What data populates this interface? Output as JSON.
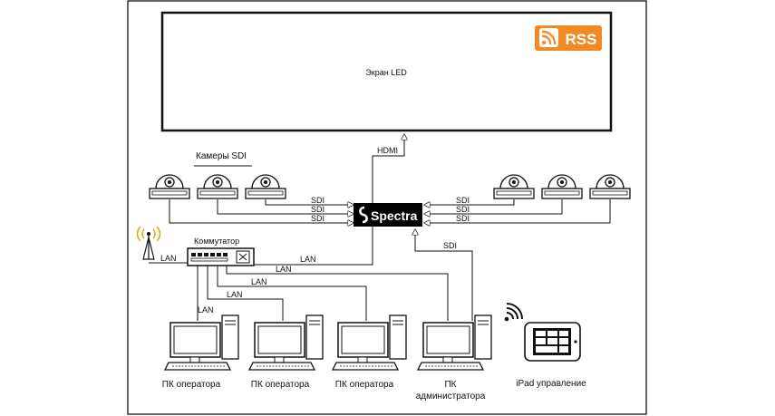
{
  "screen": {
    "label": "Экран LED"
  },
  "rss": {
    "label": "RSS",
    "color": "#f08a24",
    "icon": "rss-icon"
  },
  "hdmi": {
    "label": "HDMI"
  },
  "cameras_title": {
    "label": "Камеры SDI"
  },
  "spectra": {
    "label": "Spectra"
  },
  "switch": {
    "label": "Коммутатор"
  },
  "links": {
    "sdi_left": [
      "SDI",
      "SDI",
      "SDI"
    ],
    "sdi_right": [
      "SDI",
      "SDI",
      "SDI"
    ],
    "sdi_admin": "SDI",
    "lan_antenna": "LAN",
    "lan_main": [
      "LAN",
      "LAN",
      "LAN",
      "LAN"
    ],
    "lan_vertical": "LAN"
  },
  "computers": [
    {
      "label": "ПК оператора"
    },
    {
      "label": "ПК оператора"
    },
    {
      "label": "ПК оператора"
    },
    {
      "label_line1": "ПК",
      "label_line2": "администратора"
    }
  ],
  "ipad": {
    "label": "iPad управление"
  }
}
